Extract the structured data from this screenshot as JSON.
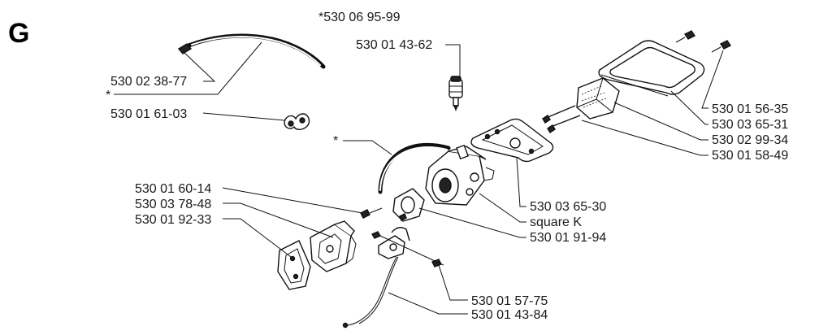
{
  "section_letter": "G",
  "labels": {
    "kit": "*530 06 95-99",
    "p1": "530 01 43-62",
    "p2": "530 02 38-77",
    "star1": "*",
    "p3": "530 01 61-03",
    "star2": "*",
    "p4": "530 01 60-14",
    "p5": "530 03 78-48",
    "p6": "530 01 92-33",
    "p7": "530 01 56-35",
    "p8": "530 03 65-31",
    "p9": "530 02 99-34",
    "p10": "530 01 58-49",
    "p11": "530 03 65-30",
    "p12": "square K",
    "p13": "530 01 91-94",
    "p14": "530 01 57-75",
    "p15": "530 01 43-84"
  }
}
